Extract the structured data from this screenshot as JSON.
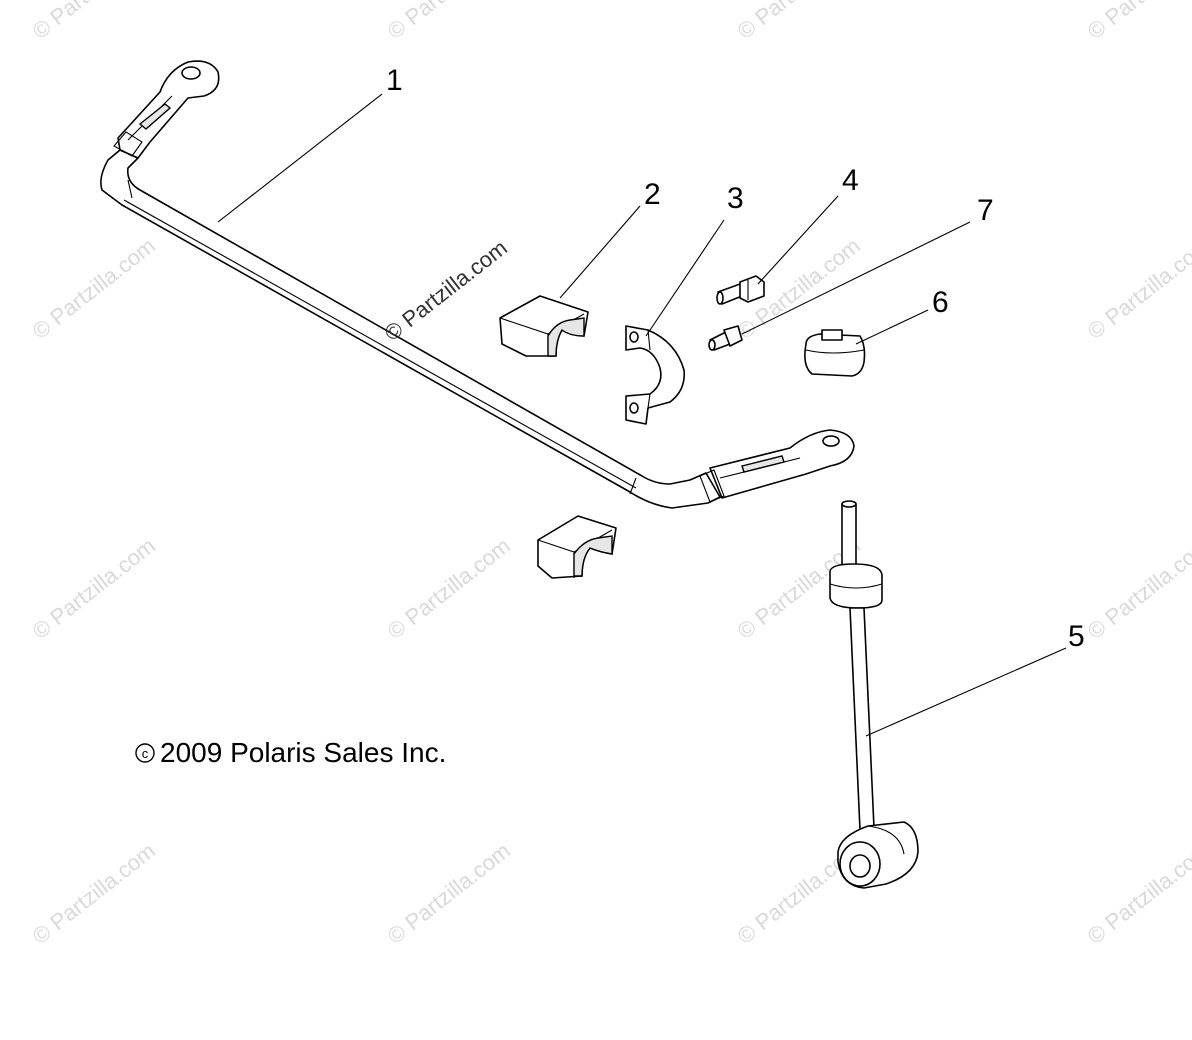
{
  "watermark": {
    "text": "© Partzilla.com",
    "center_text": "© Partzilla.com"
  },
  "copyright": {
    "symbol": "c",
    "text": "2009 Polaris Sales Inc."
  },
  "callouts": [
    {
      "id": "1",
      "label": "1"
    },
    {
      "id": "2",
      "label": "2"
    },
    {
      "id": "3",
      "label": "3"
    },
    {
      "id": "4",
      "label": "4"
    },
    {
      "id": "5",
      "label": "5"
    },
    {
      "id": "6",
      "label": "6"
    },
    {
      "id": "7",
      "label": "7"
    }
  ],
  "colors": {
    "line": "#000000",
    "watermark": "#d9d9d9",
    "background": "#ffffff"
  }
}
